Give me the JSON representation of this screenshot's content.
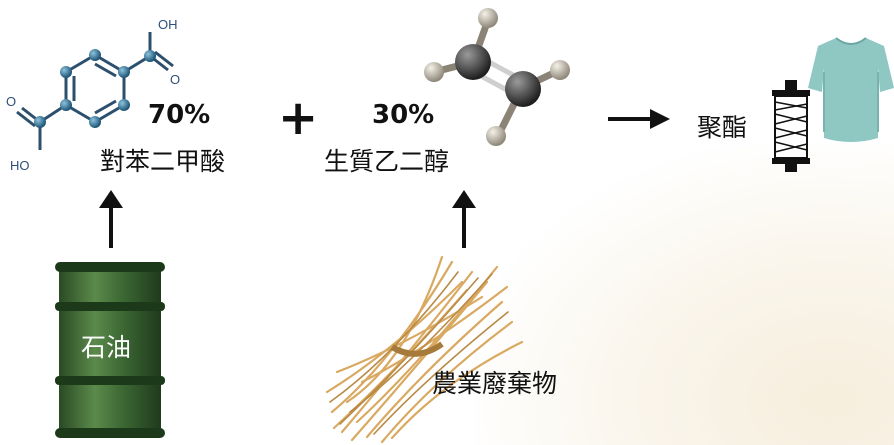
{
  "terephthalic": {
    "percent": "70%",
    "name": "對苯二甲酸",
    "oh_top": "OH",
    "o_top": "O",
    "oh_bottom": "HO",
    "o_bottom": "O"
  },
  "operator_plus": "+",
  "glycol": {
    "percent": "30%",
    "name": "生質乙二醇"
  },
  "product": {
    "name": "聚酯"
  },
  "sources": {
    "petroleum": "石油",
    "agri_waste": "農業廢棄物"
  },
  "colors": {
    "molecule_node": "#2b6d8e",
    "molecule_bond": "#2c4f6e",
    "barrel": "#3d6b35",
    "barrel_band": "#1c3a1a",
    "straw": "#d9a961",
    "shirt": "#8fc7c3",
    "arrow": "#111111"
  }
}
